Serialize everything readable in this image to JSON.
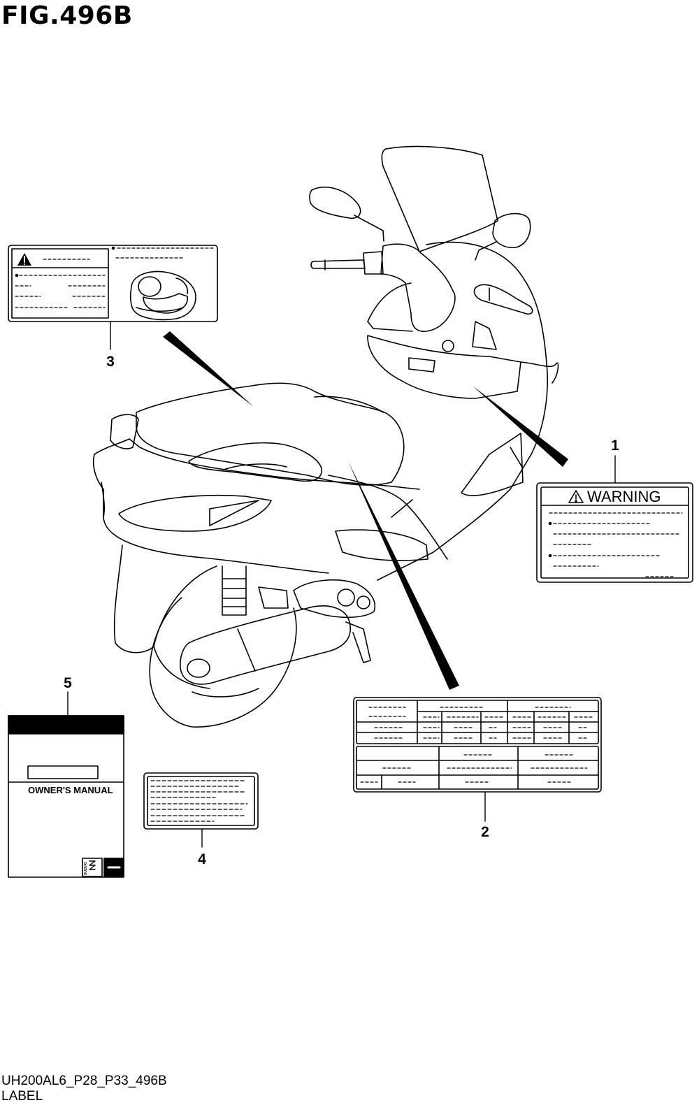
{
  "figure": {
    "title": "FIG.496B",
    "code": "UH200AL6_P28_P33_496B",
    "label": "LABEL"
  },
  "callouts": [
    {
      "id": "1",
      "part": "warning-label"
    },
    {
      "id": "2",
      "part": "tire-information-label"
    },
    {
      "id": "3",
      "part": "helmet-warning-label"
    },
    {
      "id": "4",
      "part": "info-label"
    },
    {
      "id": "5",
      "part": "owners-manual"
    }
  ],
  "warning_label": {
    "heading": "WARNING",
    "icon": "warning-triangle-icon"
  },
  "manual": {
    "title": "OWNER'S MANUAL",
    "brand": "SUZUKI",
    "icon": "suzuki-logo-icon"
  },
  "colors": {
    "line": "#000000",
    "background": "#ffffff"
  }
}
